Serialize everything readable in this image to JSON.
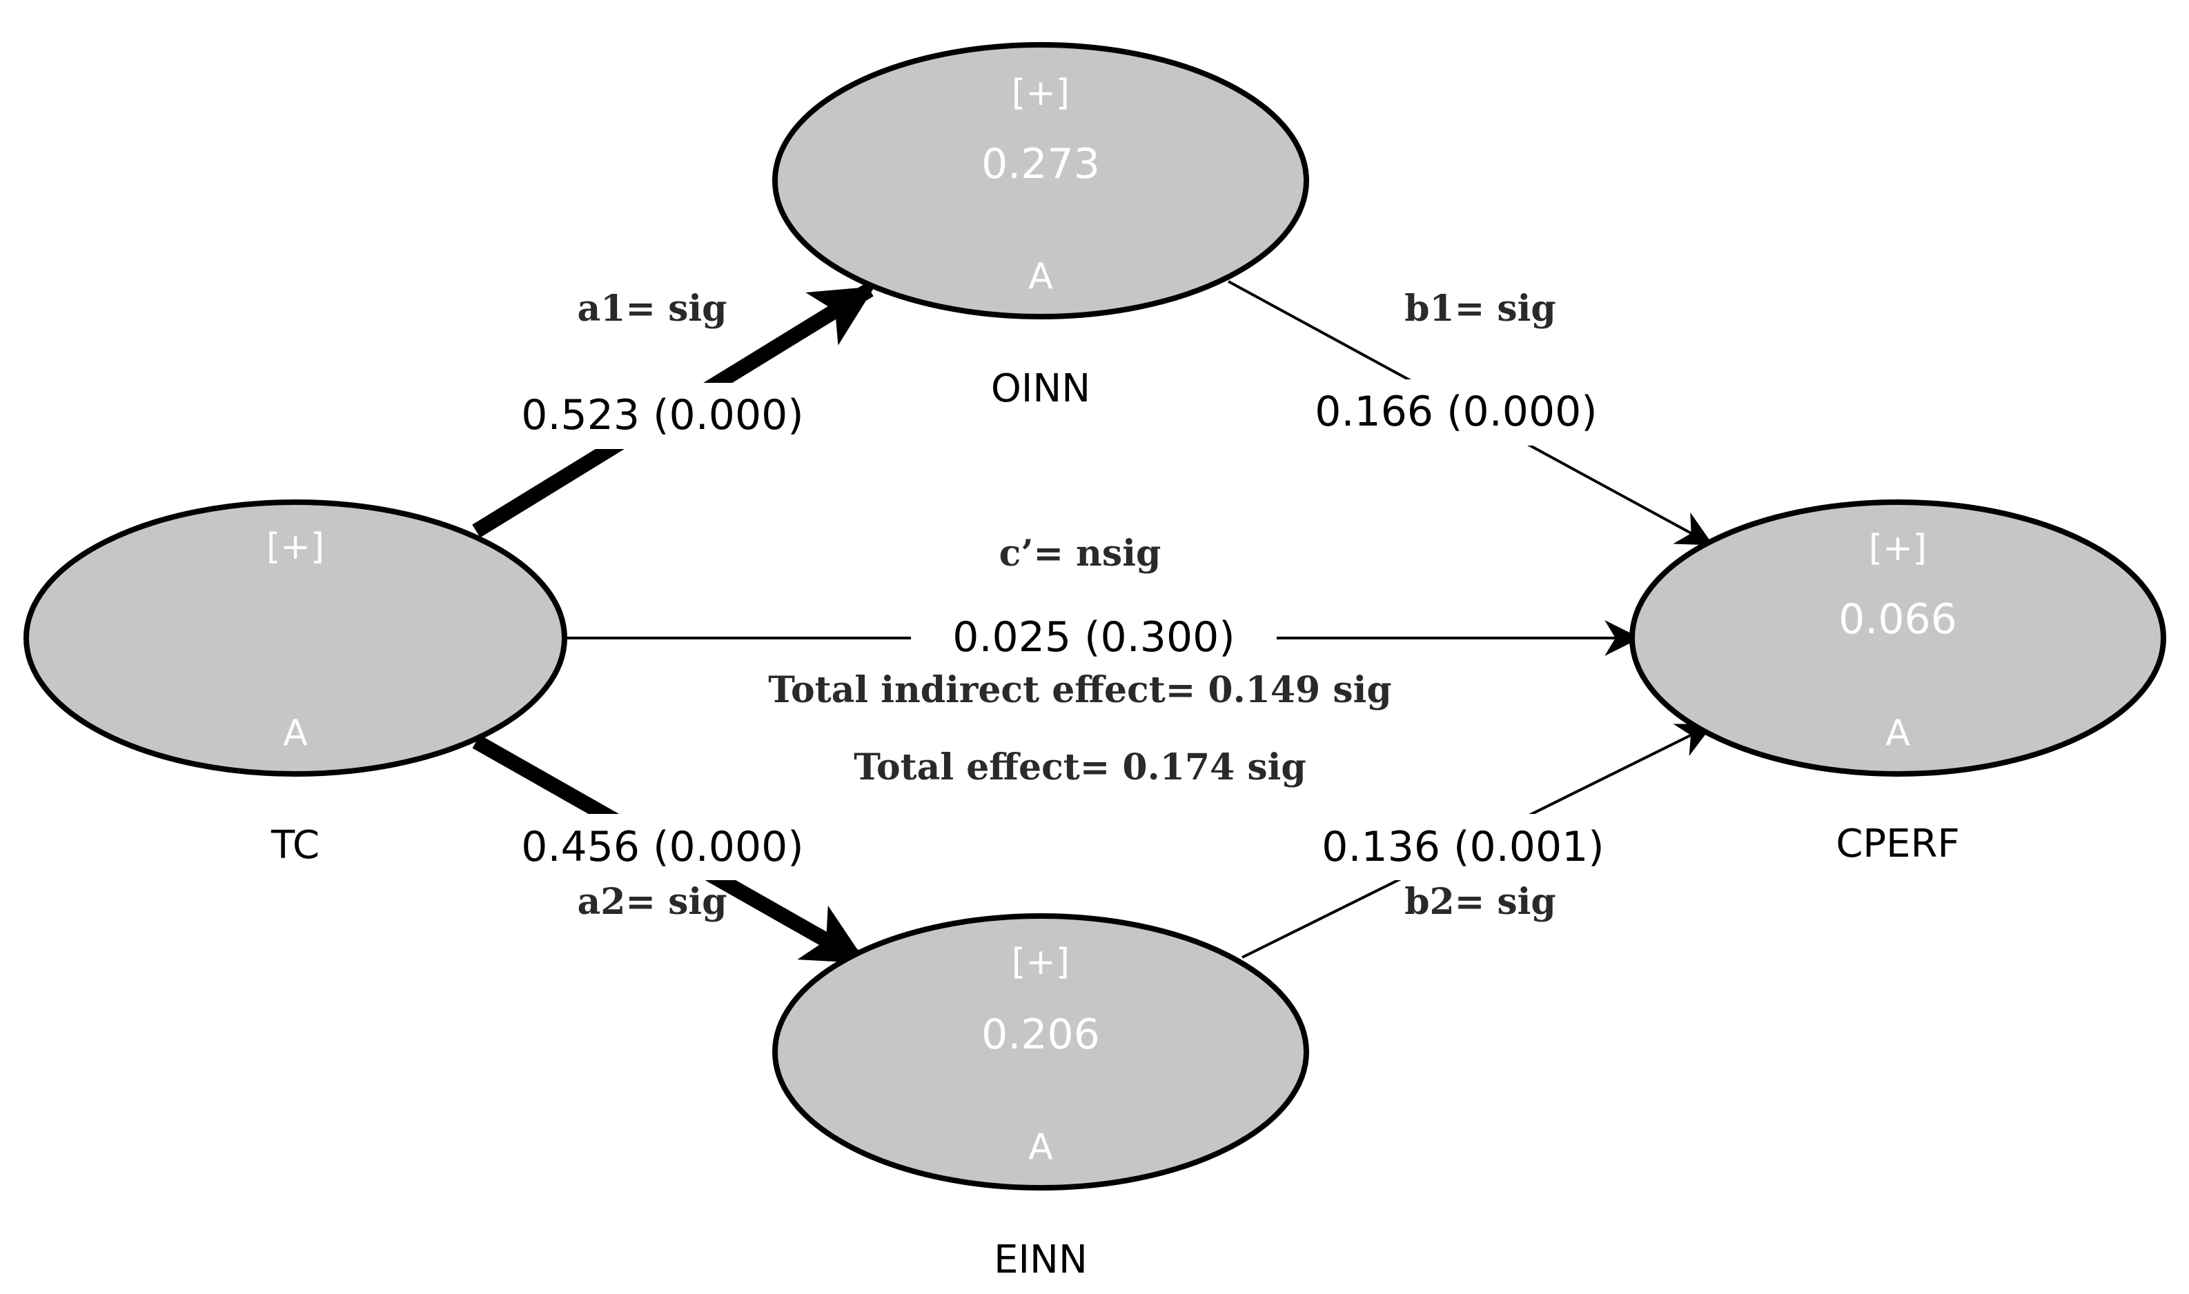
{
  "nodes": {
    "oinn": {
      "plus": "[+]",
      "value": "0.273",
      "mode": "A",
      "name": "OINN"
    },
    "tc": {
      "plus": "[+]",
      "value": "",
      "mode": "A",
      "name": "TC"
    },
    "cperf": {
      "plus": "[+]",
      "value": "0.066",
      "mode": "A",
      "name": "CPERF"
    },
    "einn": {
      "plus": "[+]",
      "value": "0.206",
      "mode": "A",
      "name": "EINN"
    }
  },
  "paths": {
    "tc_oinn": {
      "coef": "0.523 (0.000)",
      "sig": "a1= sig"
    },
    "oinn_cperf": {
      "coef": "0.166 (0.000)",
      "sig": "b1= sig"
    },
    "tc_cperf": {
      "coef": "0.025 (0.300)",
      "sig": "c’= nsig"
    },
    "tc_einn": {
      "coef": "0.456 (0.000)",
      "sig": "a2= sig"
    },
    "einn_cperf": {
      "coef": "0.136 (0.001)",
      "sig": "b2= sig"
    }
  },
  "effects": {
    "total_indirect": "Total indirect effect= 0.149 sig",
    "total": "Total effect= 0.174 sig"
  },
  "colors": {
    "node_fill": "#c6c6c6",
    "node_stroke": "#000000",
    "node_text": "#ffffff",
    "arrow": "#000000"
  }
}
